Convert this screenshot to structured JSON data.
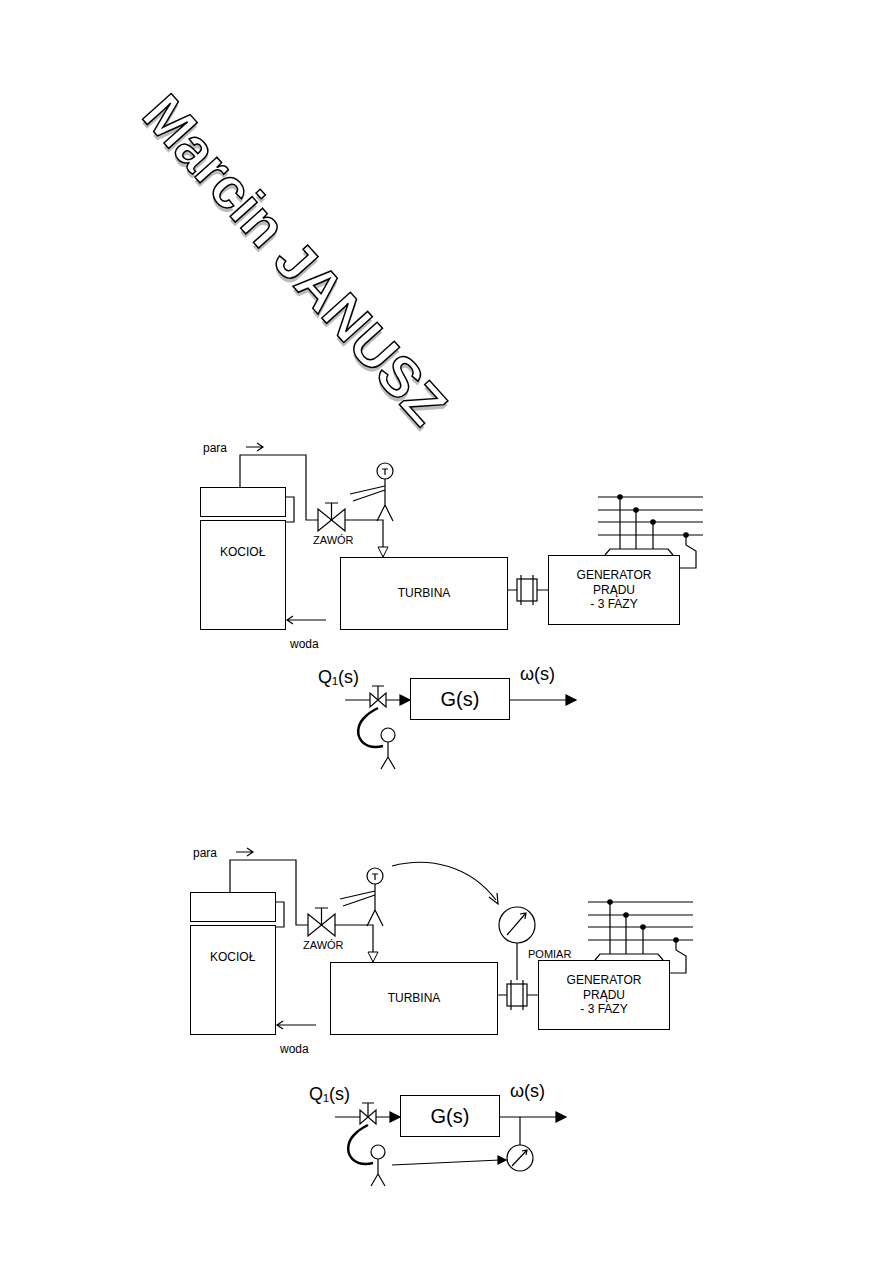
{
  "diagram": {
    "nodes": [
      {
        "text": [
          "KOCIOŁ"
        ]
      },
      {
        "text": [
          "TURBINA"
        ]
      },
      {
        "text": [
          "GENERATOR PRĄDU",
          "- 3 FAZY"
        ]
      },
      {
        "text": [
          "G(s)"
        ]
      },
      {
        "text": [
          "KOCIOŁ"
        ]
      },
      {
        "text": [
          "TURBINA"
        ]
      },
      {
        "text": [
          "GENERATOR PRĄDU",
          "- 3 FAZY"
        ]
      },
      {
        "text": [
          "G(s)"
        ]
      }
    ],
    "edges": [
      {
        "from": 0,
        "to": 1,
        "arrow": "to"
      },
      {
        "from": 1,
        "to": 2,
        "arrow": "none"
      },
      {
        "from": 4,
        "to": 5,
        "arrow": "to"
      },
      {
        "from": 5,
        "to": 6,
        "arrow": "none"
      }
    ],
    "labels": [
      "Marcin JANUSZ",
      "para",
      "ZAWÓR",
      "woda",
      "Q₁(s)",
      "ω(s)",
      "para",
      "ZAWÓR",
      "woda",
      "POMIAR",
      "Q₁(s)",
      "ω(s)"
    ]
  }
}
